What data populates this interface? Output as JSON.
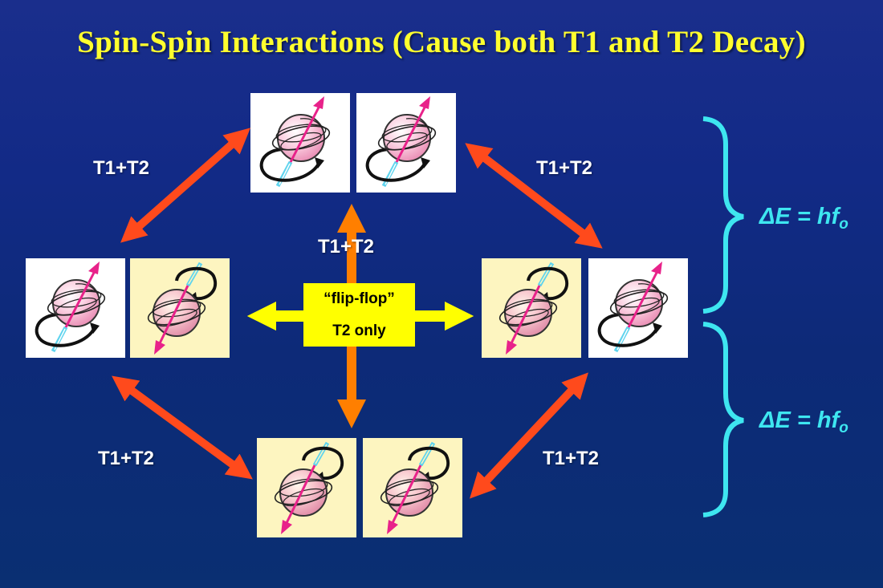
{
  "title": "Spin-Spin Interactions (Cause both T1 and T2 Decay)",
  "labels": {
    "top_left": "T1+T2",
    "top_right": "T1+T2",
    "center": "T1+T2",
    "bottom_left": "T1+T2",
    "bottom_right": "T1+T2"
  },
  "flip_box": {
    "line1": "“flip-flop”",
    "line2": "T2 only"
  },
  "energy": {
    "upper": "ΔE = hf",
    "upper_sub": "o",
    "lower": "ΔE = hf",
    "lower_sub": "o"
  },
  "colors": {
    "title": "#ffff2e",
    "red_arrow": "#ff4a1c",
    "orange_arrow": "#ff7f00",
    "yellow_arrow": "#ffff00",
    "brace": "#3ee6f0",
    "spin_up_tile": "#ffffff",
    "spin_down_tile": "#fdf5c0",
    "spin_axis": "#e8228a"
  }
}
